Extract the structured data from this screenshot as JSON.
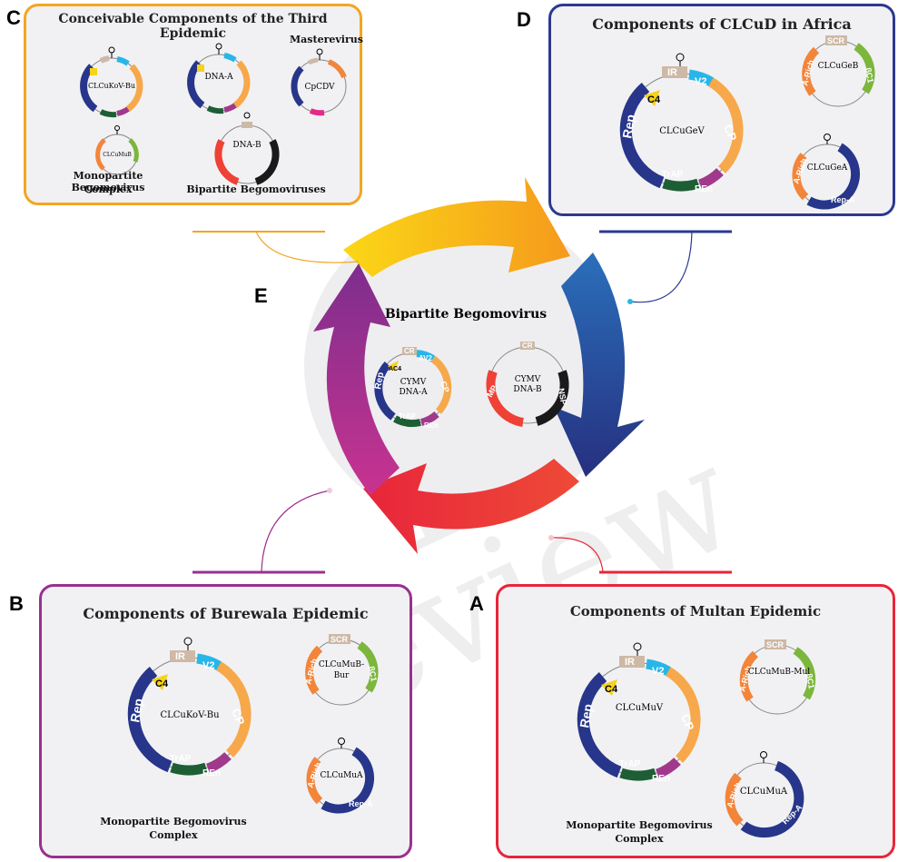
{
  "panel_c": {
    "letter": "C",
    "title": "Conceivable Components of the Third Epidemic",
    "mastrevirus_label": "Masterevirus",
    "monopartite_label": "Monopartite Begomovirus",
    "complex_label": "Complex",
    "bipartite_label": "Bipartite Begomoviruses",
    "genomes": {
      "clcukov": "CLCuKoV-Bu",
      "dna_a": "DNA-A",
      "cpcdv": "CpCDV",
      "clcumub": "CLCuMuB",
      "dna_b": "DNA-B"
    }
  },
  "panel_d": {
    "letter": "D",
    "title": "Components of CLCuD in Africa",
    "genomes": {
      "clcugev": "CLCuGeV",
      "clcugeb": "CLCuGeB",
      "clcugea": "CLCuGeA"
    }
  },
  "panel_e": {
    "letter": "E",
    "title": "Bipartite Begomovirus",
    "genomes": {
      "cymv_a_1": "CYMV",
      "cymv_a_2": "DNA-A",
      "cymv_b_1": "CYMV",
      "cymv_b_2": "DNA-B"
    }
  },
  "panel_b": {
    "letter": "B",
    "title": "Components of Burewala Epidemic",
    "complex_line1": "Monopartite Begomovirus",
    "complex_line2": "Complex",
    "genomes": {
      "clcukov": "CLCuKoV-Bu",
      "clcumub_1": "CLCuMuB-",
      "clcumub_2": "Bur",
      "clcuma": "CLCuMuA"
    }
  },
  "panel_a": {
    "letter": "A",
    "title": "Components of Multan Epidemic",
    "complex_line1": "Monopartite Begomovirus",
    "complex_line2": "Complex",
    "genomes": {
      "clcumuv": "CLCuMuV",
      "clcumub": "CLCuMuB-Mul",
      "clcuma": "CLCuMuA"
    }
  },
  "genes": {
    "ir": "IR",
    "cr": "CR",
    "scr": "SCR",
    "v2": "V2",
    "cp": "CP",
    "c4": "C4",
    "ac4": "AC4",
    "av2": "AV2",
    "rep": "Rep",
    "trap": "TrAP",
    "ren": "REn",
    "beta_c1": "βC1",
    "a_rich": "A-Rich",
    "rep_a": "Rep-A",
    "nsp": "NSP",
    "mp": "MP"
  },
  "watermark": {
    "line1": "In",
    "line2": "review"
  },
  "colors": {
    "orange_panel": "#f4a521",
    "navy_panel": "#2b3990",
    "purple_panel": "#9b2f8f",
    "red_panel": "#e8253b",
    "rep": "#27368a",
    "v2": "#28b6e8",
    "cp": "#f7a84a",
    "trap": "#1d5e35",
    "ren": "#a0398b",
    "c4": "#f6d31b",
    "ir": "#cdb9a6",
    "betac1": "#7cb63c",
    "arich": "#f2853a",
    "red_nsp": "#ef4136",
    "black_mp": "#1a1a1a"
  }
}
